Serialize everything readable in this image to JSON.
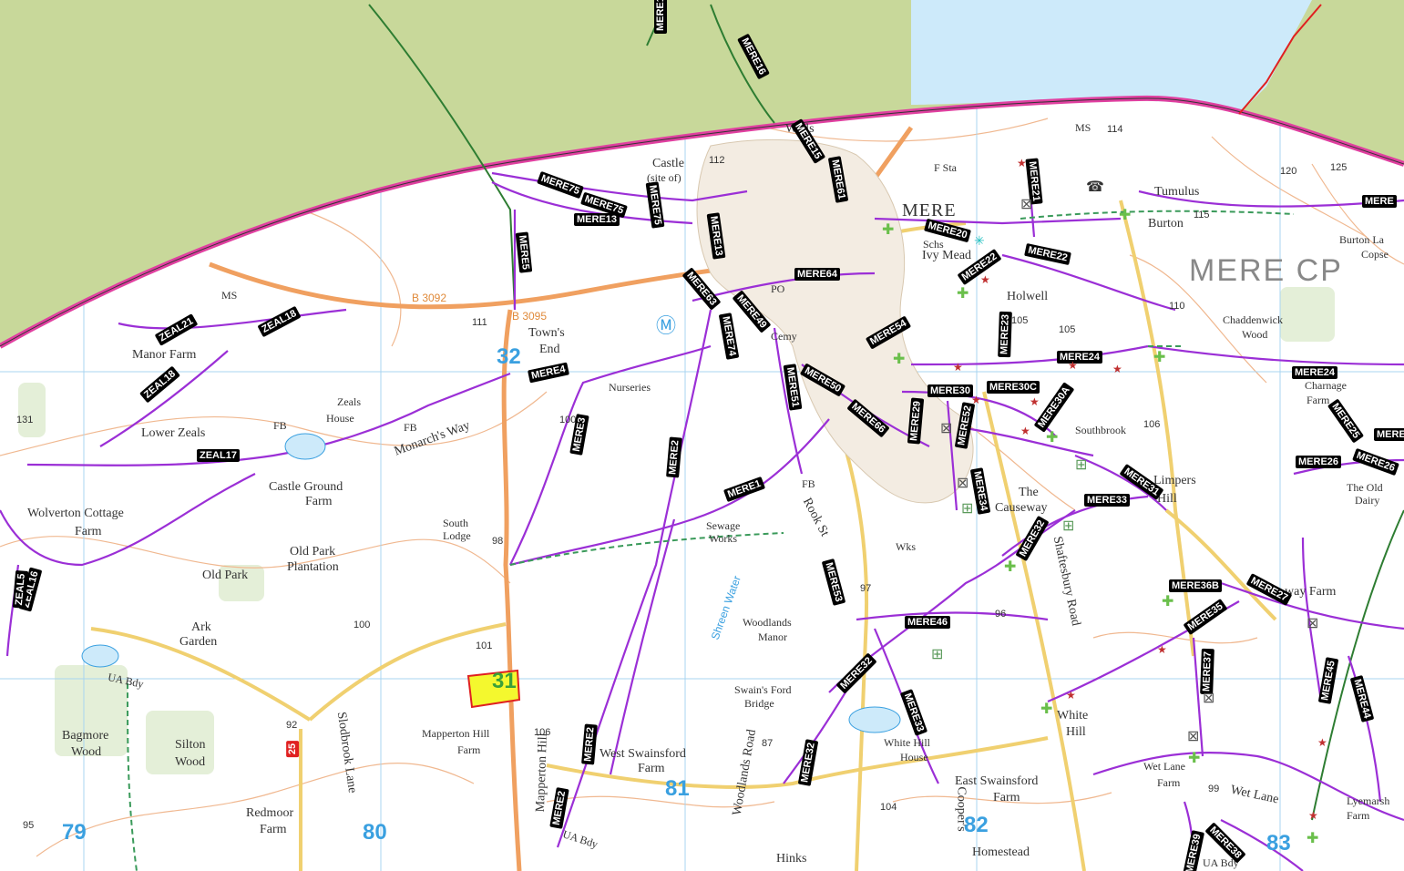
{
  "places": [
    {
      "text": "Castle",
      "name": "place-castle"
    },
    {
      "text": "(site of)",
      "name": "place-castle-site"
    },
    {
      "text": "MERE",
      "name": "place-mere"
    },
    {
      "text": "Wells",
      "name": "place-wells"
    },
    {
      "text": "Town's",
      "name": "place-towns"
    },
    {
      "text": "End",
      "name": "place-end"
    },
    {
      "text": "Nurseries",
      "name": "place-nurseries"
    },
    {
      "text": "Manor Farm",
      "name": "place-manor-farm"
    },
    {
      "text": "Lower Zeals",
      "name": "place-lower-zeals"
    },
    {
      "text": "Zeals",
      "name": "place-zeals"
    },
    {
      "text": "House",
      "name": "place-zeals-house"
    },
    {
      "text": "Castle Ground",
      "name": "place-castle-ground"
    },
    {
      "text": "Farm",
      "name": "place-castle-ground-farm"
    },
    {
      "text": "Wolverton Cottage",
      "name": "place-wolverton-cottage"
    },
    {
      "text": "Farm",
      "name": "place-wolverton-farm"
    },
    {
      "text": "South",
      "name": "place-south"
    },
    {
      "text": "Lodge",
      "name": "place-lodge"
    },
    {
      "text": "Old Park",
      "name": "place-old-park-plantation"
    },
    {
      "text": "Plantation",
      "name": "place-plantation"
    },
    {
      "text": "Old Park",
      "name": "place-old-park"
    },
    {
      "text": "Ark",
      "name": "place-ark"
    },
    {
      "text": "Garden",
      "name": "place-garden"
    },
    {
      "text": "Bagmore",
      "name": "place-bagmore"
    },
    {
      "text": "Wood",
      "name": "place-bagmore-wood"
    },
    {
      "text": "Silton",
      "name": "place-silton"
    },
    {
      "text": "Wood",
      "name": "place-silton-wood"
    },
    {
      "text": "Redmoor",
      "name": "place-redmoor"
    },
    {
      "text": "Farm",
      "name": "place-redmoor-farm"
    },
    {
      "text": "Mapperton Hill",
      "name": "place-mapperton-hill"
    },
    {
      "text": "Farm",
      "name": "place-mapperton-farm"
    },
    {
      "text": "West Swainsford",
      "name": "place-west-swainsford"
    },
    {
      "text": "Farm",
      "name": "place-west-swainsford-farm"
    },
    {
      "text": "Sewage",
      "name": "place-sewage"
    },
    {
      "text": "Works",
      "name": "place-works"
    },
    {
      "text": "Woodlands",
      "name": "place-woodlands"
    },
    {
      "text": "Manor",
      "name": "place-woodlands-manor"
    },
    {
      "text": "Swain's Ford",
      "name": "place-swains-ford"
    },
    {
      "text": "Bridge",
      "name": "place-swains-bridge"
    },
    {
      "text": "White Hill",
      "name": "place-white-hill-house"
    },
    {
      "text": "House",
      "name": "place-white-hill-house-2"
    },
    {
      "text": "East Swainsford",
      "name": "place-east-swainsford"
    },
    {
      "text": "Farm",
      "name": "place-east-swainsford-farm"
    },
    {
      "text": "Homestead",
      "name": "place-homestead"
    },
    {
      "text": "Hinks",
      "name": "place-hinks"
    },
    {
      "text": "White",
      "name": "place-white"
    },
    {
      "text": "Hill",
      "name": "place-hill"
    },
    {
      "text": "The",
      "name": "place-the"
    },
    {
      "text": "Causeway",
      "name": "place-causeway"
    },
    {
      "text": "Southbrook",
      "name": "place-southbrook"
    },
    {
      "text": "Limpers",
      "name": "place-limpers"
    },
    {
      "text": "Hill",
      "name": "place-limpers-hill"
    },
    {
      "text": "Holwell",
      "name": "place-holwell"
    },
    {
      "text": "Ivy Mead",
      "name": "place-ivy-mead"
    },
    {
      "text": "Schs",
      "name": "place-schs"
    },
    {
      "text": "F Sta",
      "name": "place-f-sta"
    },
    {
      "text": "Tumulus",
      "name": "place-tumulus"
    },
    {
      "text": "Burton",
      "name": "place-burton"
    },
    {
      "text": "Burton La",
      "name": "place-burton-la"
    },
    {
      "text": "Copse",
      "name": "place-copse"
    },
    {
      "text": "Chaddenwick",
      "name": "place-chaddenwick"
    },
    {
      "text": "Wood",
      "name": "place-chaddenwick-wood"
    },
    {
      "text": "Charnage",
      "name": "place-charnage"
    },
    {
      "text": "Farm",
      "name": "place-charnage-farm"
    },
    {
      "text": "The Old",
      "name": "place-the-old"
    },
    {
      "text": "Dairy",
      "name": "place-dairy"
    },
    {
      "text": "way Farm",
      "name": "place-way-farm"
    },
    {
      "text": "Wet Lane",
      "name": "place-wet-lane"
    },
    {
      "text": "Farm",
      "name": "place-wet-lane-farm"
    },
    {
      "text": "Wet Lane",
      "name": "place-wet-lane-road"
    },
    {
      "text": "Lyemarsh",
      "name": "place-lyemarsh"
    },
    {
      "text": "Farm",
      "name": "place-lyemarsh-farm"
    },
    {
      "text": "Cemy",
      "name": "place-cemy"
    },
    {
      "text": "Wks",
      "name": "place-wks"
    },
    {
      "text": "Monarch's Way",
      "name": "place-monarchs-way"
    },
    {
      "text": "Rook St",
      "name": "place-rook-st"
    },
    {
      "text": "Shaftesbury Road",
      "name": "place-shaftesbury-road"
    },
    {
      "text": "Slodbrook Lane",
      "name": "place-slodbrook-lane"
    },
    {
      "text": "Mapperton Hill",
      "name": "place-mapperton-hill-road"
    },
    {
      "text": "Woodlands Road",
      "name": "place-woodlands-road"
    },
    {
      "text": "Cooper's",
      "name": "place-coopers"
    },
    {
      "text": "UA Bdy",
      "name": "place-ua-bdy"
    },
    {
      "text": "UA Bdy",
      "name": "place-ua-bdy-2"
    },
    {
      "text": "UA Bdy",
      "name": "place-ua-bdy-3"
    },
    {
      "text": "MS",
      "name": "place-ms"
    },
    {
      "text": "MS",
      "name": "place-ms-2"
    },
    {
      "text": "FB",
      "name": "place-fb"
    },
    {
      "text": "FB",
      "name": "place-fb-2"
    },
    {
      "text": "FB",
      "name": "place-fb-3"
    },
    {
      "text": "PO",
      "name": "place-po"
    }
  ],
  "parish_label": "MERE CP",
  "roads": [
    "B 3092",
    "B 3095"
  ],
  "water_labels": [
    "Shreen Water"
  ],
  "grid_numbers": [
    "32",
    "79",
    "80",
    "81",
    "82",
    "83"
  ],
  "parcel_label": "31",
  "route_shield": "25",
  "heights": [
    "112",
    "114",
    "131",
    "101",
    "92",
    "87",
    "97",
    "96",
    "99",
    "104",
    "106",
    "106",
    "105",
    "105",
    "110",
    "115",
    "120",
    "125",
    "100",
    "98",
    "95",
    "100",
    "111"
  ],
  "rights_of_way": [
    "MERE16",
    "MERE16",
    "MERE15",
    "MERE61",
    "MERE75",
    "MERE75",
    "MERE13",
    "MERE13",
    "MERE75",
    "MERE5",
    "MERE20",
    "MERE21",
    "MERE22",
    "MERE22",
    "MERE64",
    "MERE63",
    "MERE49",
    "MERE74",
    "MERE4",
    "MERE3",
    "MERE2",
    "MERE1",
    "MERE51",
    "MERE50",
    "MERE66",
    "MERE54",
    "MERE23",
    "MERE24",
    "MERE24",
    "MERE30",
    "MERE30C",
    "MERE30A",
    "MERE29",
    "MERE52",
    "MERE34",
    "MERE33",
    "MERE31",
    "MERE32",
    "MERE32",
    "MERE53",
    "MERE46",
    "MERE33",
    "MERE32",
    "MERE2",
    "MERE2",
    "MERE36B",
    "MERE35",
    "MERE27",
    "MERE37",
    "MERE25",
    "MERE26",
    "MERE26",
    "MERE45",
    "MERE44",
    "MERE39",
    "MERE38",
    "MERE",
    "MERE",
    "ZEAL21",
    "ZEAL18",
    "ZEAL18",
    "ZEAL17",
    "ZEAL16",
    "ZEAL5"
  ],
  "colors": {
    "land": "#ffffff",
    "green_fill": "#c8d89a",
    "lake": "#cdeafa",
    "boundary": "#e040a0",
    "row": "#9b2fd6",
    "road_yellow": "#f0d070",
    "road_orange": "#f0a060",
    "contour": "#f0b890",
    "grid": "#a8d4f0",
    "wood": "#e4efd8",
    "green_path": "#2e7d32",
    "red_line": "#e02020",
    "parcel_fill": "#f4f82e",
    "parcel_border": "#e02020"
  }
}
